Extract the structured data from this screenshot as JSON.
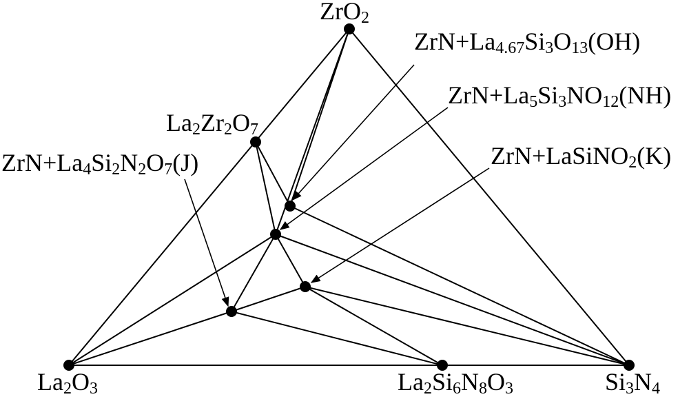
{
  "colors": {
    "ink": "#000000",
    "background": "#ffffff"
  },
  "vertices": {
    "top": {
      "base": "ZrO",
      "sub": "2"
    },
    "left": {
      "base1": "La",
      "sub1": "2",
      "base2": "O",
      "sub2": "3"
    },
    "right": {
      "base1": "Si",
      "sub1": "3",
      "base2": "N",
      "sub2": "4"
    }
  },
  "edge_point": {
    "base1": "La",
    "sub1": "2",
    "base2": "Si",
    "sub2": "6",
    "base3": "N",
    "sub3": "8",
    "base4": "O",
    "sub4": "3"
  },
  "interior_point": {
    "base1": "La",
    "sub1": "2",
    "base2": "Zr",
    "sub2": "2",
    "base3": "O",
    "sub3": "7"
  },
  "phases": [
    {
      "id": "OH",
      "b1": "ZrN+La",
      "s1": "4.67",
      "b2": "Si",
      "s2": "3",
      "b3": "O",
      "s3": "13",
      "b4": "(OH)"
    },
    {
      "id": "NH",
      "b1": "ZrN+La",
      "s1": "5",
      "b2": "Si",
      "s2": "3",
      "b3": "NO",
      "s3": "12",
      "b4": "(NH)"
    },
    {
      "id": "K",
      "b1": "ZrN+LaSiNO",
      "s1": "2",
      "b2": "(K)"
    },
    {
      "id": "J",
      "b1": "ZrN+La",
      "s1": "4",
      "b2": "Si",
      "s2": "2",
      "b3": "N",
      "s3": "2",
      "b4": "O",
      "s4": "7",
      "b5": "(J)"
    }
  ]
}
